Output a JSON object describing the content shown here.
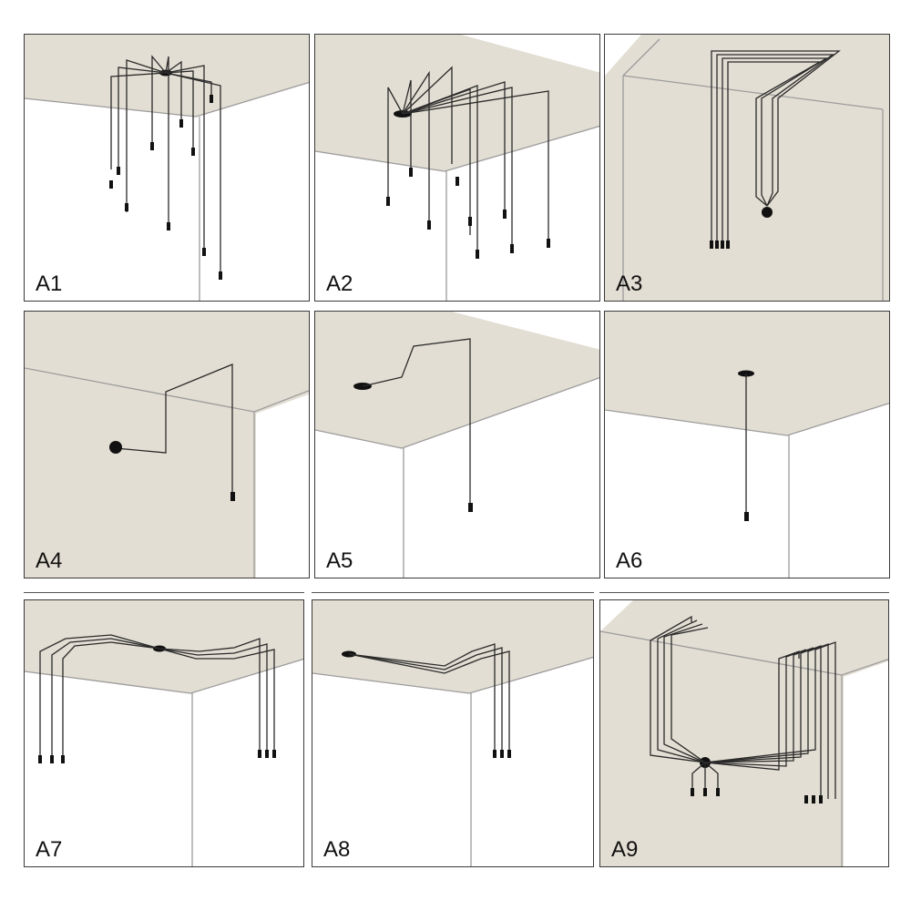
{
  "panels": [
    {
      "id": "A1",
      "label": "A1"
    },
    {
      "id": "A2",
      "label": "A2"
    },
    {
      "id": "A3",
      "label": "A3"
    },
    {
      "id": "A4",
      "label": "A4"
    },
    {
      "id": "A5",
      "label": "A5"
    },
    {
      "id": "A6",
      "label": "A6"
    },
    {
      "id": "A7",
      "label": "A7"
    },
    {
      "id": "A8",
      "label": "A8"
    },
    {
      "id": "A9",
      "label": "A9"
    }
  ],
  "colors": {
    "ceiling": "#e3ded3",
    "wire": "#2a2a2a",
    "border": "#3a3a3a",
    "edge": "#9c9c9c"
  }
}
